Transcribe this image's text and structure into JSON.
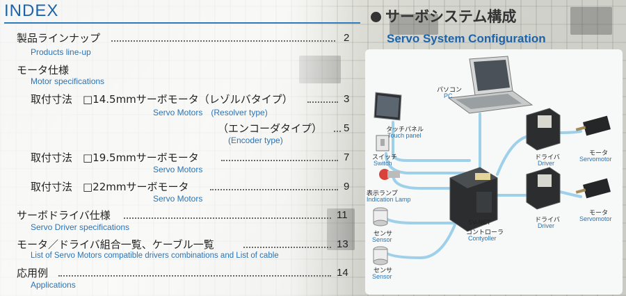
{
  "index": {
    "title": "INDEX",
    "entries": [
      {
        "jp": "製品ラインナップ",
        "en": "Products line-up",
        "page": "2"
      },
      {
        "jp": "モータ仕様",
        "en": "Motor specifications",
        "page": ""
      },
      {
        "jp": "取付寸法　□14.5mmサーボモータ（レゾルバタイプ）",
        "en": "Servo Motors　(Resolver type)",
        "page": "3"
      },
      {
        "jp": "（エンコーダタイプ）",
        "en": "(Encoder type)",
        "page": "5"
      },
      {
        "jp": "取付寸法　□19.5mmサーボモータ",
        "en": "Servo Motors",
        "page": "7"
      },
      {
        "jp": "取付寸法　□22mmサーボモータ",
        "en": "Servo Motors",
        "page": "9"
      },
      {
        "jp": "サーボドライバ仕様",
        "en": "Servo Driver specifications",
        "page": "11"
      },
      {
        "jp": "モータ／ドライバ組合一覧、ケーブル一覧",
        "en": "List of Servo Motors compatible drivers combinations and List of cable",
        "page": "13"
      },
      {
        "jp": "応用例",
        "en": "Applications",
        "page": "14"
      }
    ]
  },
  "system": {
    "title_jp": "サーボシステム構成",
    "title_en": "Servo System Configuration",
    "devices": {
      "pc": {
        "jp": "パソコン",
        "en": "PC"
      },
      "touch_panel": {
        "jp": "タッチパネル",
        "en": "Touch panel"
      },
      "switch": {
        "jp": "スイッチ",
        "en": "Switch"
      },
      "lamp": {
        "jp": "表示ランプ",
        "en": "Indication Lamp"
      },
      "sensor1": {
        "jp": "センサ",
        "en": "Sensor"
      },
      "sensor2": {
        "jp": "センサ",
        "en": "Sensor"
      },
      "controller": {
        "name": "SV-NET",
        "jp": "コントローラ",
        "en": "Contyoller"
      },
      "driver1": {
        "jp": "ドライバ",
        "en": "Driver"
      },
      "driver2": {
        "jp": "ドライバ",
        "en": "Driver"
      },
      "motor1": {
        "jp": "モータ",
        "en": "Servomotor"
      },
      "motor2": {
        "jp": "モータ",
        "en": "Servomotor"
      }
    }
  }
}
